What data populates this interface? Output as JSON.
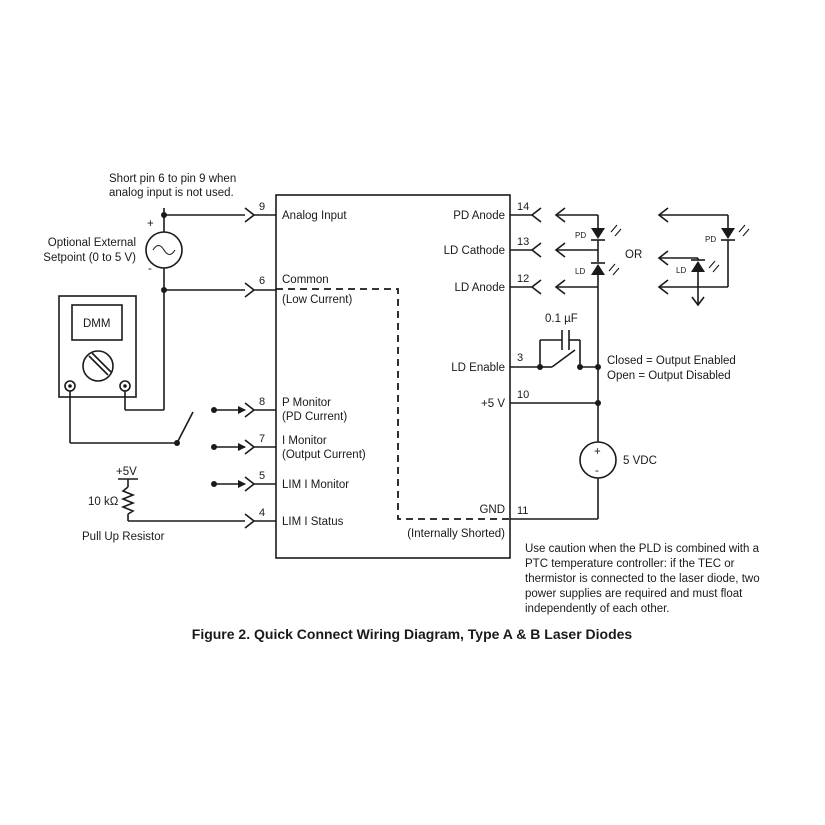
{
  "notes": {
    "short_pin": [
      "Short pin 6 to pin 9 when",
      "analog input is not used."
    ],
    "setpoint": [
      "Optional External",
      "Setpoint (0 to 5 V)"
    ],
    "plus": "+",
    "minus": "-",
    "dmm": "DMM",
    "plus5v": "+5V",
    "resistor": "10 kΩ",
    "pullup": "Pull Up Resistor",
    "cap": "0.1 µF",
    "closed": "Closed = Output Enabled",
    "open": "Open = Output Disabled",
    "vdc": "5 VDC",
    "or": "OR",
    "pd": "PD",
    "ld": "LD",
    "caution": [
      "Use caution when the PLD is combined with a",
      "PTC temperature controller: if the TEC or",
      "thermistor is connected to the laser diode, two",
      "power supplies are required and must float",
      "independently of each other."
    ]
  },
  "left_pins": [
    {
      "num": "9",
      "label": "Analog Input",
      "label2": ""
    },
    {
      "num": "6",
      "label": "Common",
      "label2": "(Low Current)"
    },
    {
      "num": "8",
      "label": "P Monitor",
      "label2": "(PD Current)"
    },
    {
      "num": "7",
      "label": "I Monitor",
      "label2": "(Output Current)"
    },
    {
      "num": "5",
      "label": "LIM I Monitor",
      "label2": ""
    },
    {
      "num": "4",
      "label": "LIM I Status",
      "label2": ""
    }
  ],
  "right_pins": [
    {
      "num": "14",
      "label": "PD Anode"
    },
    {
      "num": "13",
      "label": "LD Cathode"
    },
    {
      "num": "12",
      "label": "LD Anode"
    },
    {
      "num": "3",
      "label": "LD Enable"
    },
    {
      "num": "10",
      "label": "+5 V"
    },
    {
      "num": "11",
      "label": "GND"
    }
  ],
  "gnd_note": "(Internally Shorted)",
  "caption": "Figure 2.  Quick Connect Wiring Diagram, Type A & B Laser Diodes"
}
